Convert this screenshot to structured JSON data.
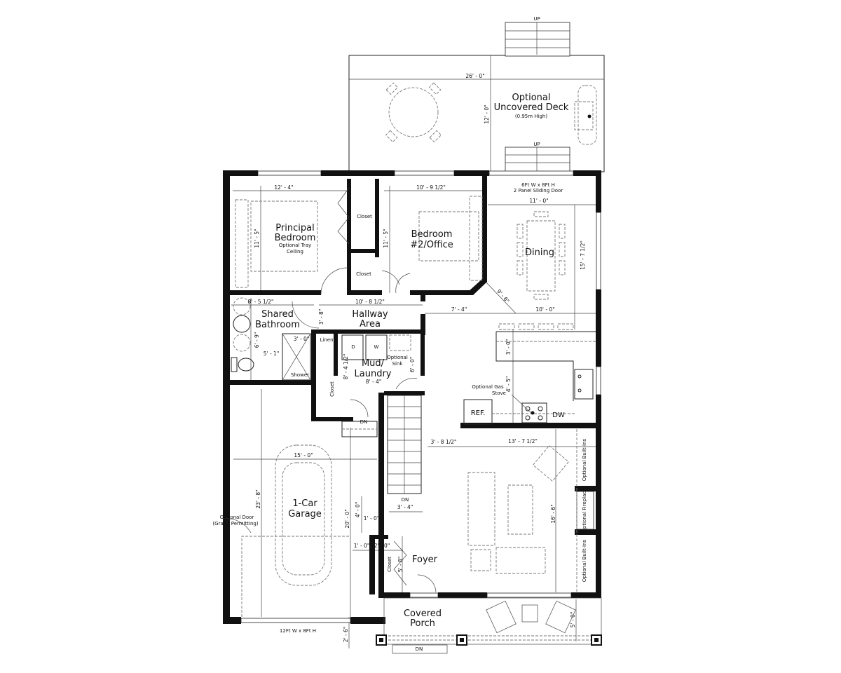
{
  "rooms": {
    "deck": {
      "line1": "Optional",
      "line2": "Uncovered Deck",
      "note": "(0.95m High)"
    },
    "deck_stairs": [
      "UP",
      "UP"
    ],
    "principal_bedroom": {
      "line1": "Principal",
      "line2": "Bedroom",
      "note1": "Optional Tray",
      "note2": "Ceiling"
    },
    "closet_1": "Closet",
    "closet_2": "Closet",
    "bedroom2": {
      "line1": "Bedroom",
      "line2": "#2/Office"
    },
    "dining": "Dining",
    "sliding_door": {
      "line1": "6Ft W x 8Ft H",
      "line2": "2 Panel Sliding Door"
    },
    "shared_bathroom": {
      "line1": "Shared",
      "line2": "Bathroom"
    },
    "hallway": {
      "line1": "Hallway",
      "line2": "Area"
    },
    "linen": "Linen",
    "shower": "Shower",
    "dryer": "D",
    "washer": "W",
    "optional_sink": {
      "line1": "Optional",
      "line2": "Sink"
    },
    "mud_laundry": {
      "line1": "Mud/",
      "line2": "Laundry"
    },
    "laundry_closet": "Closet",
    "gas_stove": {
      "line1": "Optional Gas",
      "line2": "Stove"
    },
    "ref": "REF.",
    "dw": "DW",
    "garage": {
      "line1": "1-Car",
      "line2": "Garage"
    },
    "optional_door": {
      "line1": "Optional Door",
      "line2": "(Grade Permitting)"
    },
    "garage_door": "12Ft W x 8Ft H",
    "foyer": "Foyer",
    "foyer_closet": "Closet",
    "porch": {
      "line1": "Covered",
      "line2": "Porch"
    },
    "dn_labels": [
      "DN",
      "DN",
      "DN"
    ],
    "built_ins_1": "Optional Built-Ins",
    "fireplace": "Optional Fireplace",
    "built_ins_2": "Optional Built-Ins"
  },
  "dimensions": {
    "deck_width": "26' - 0\"",
    "deck_depth": "12' - 0\"",
    "principal_width": "12' - 4\"",
    "principal_depth": "11' - 5\"",
    "bed2_width": "10' - 9 1/2\"",
    "bed2_depth": "11' - 5\"",
    "dining_width": "11' - 0\"",
    "dining_depth": "15' - 7 1/2\"",
    "diag": "9' - 6\"",
    "bath_width": "8' - 5 1/2\"",
    "hall_width": "10' - 8 1/2\"",
    "hall_depth": "3' - 8\"",
    "kitchen_left": "7' - 4\"",
    "kitchen_right": "10' - 0\"",
    "shower_width": "3' - 0\"",
    "bath_vanity": "5' - 1\"",
    "bath_depth": "6' - 9\"",
    "laundry_depth": "8' - 4 1/2\"",
    "laundry_width": "8' - 4\"",
    "laundry_side": "6' - 0\"",
    "island_depth": "3' - 0\"",
    "kitchen_aisle": "4' - 5\"",
    "stair_living": "3' - 8 1/2\"",
    "living_width": "13' - 7 1/2\"",
    "living_depth": "16' - 6\"",
    "garage_width": "15' - 0\"",
    "garage_depth": "23' - 8\"",
    "garage_inner": "20' - 0\"",
    "foyer_a": "4' - 0\"",
    "foyer_b": "1' - 0\"",
    "stair_width": "3' - 4\"",
    "foyer_c": "1' - 0\"",
    "foyer_d": "2' - 0\"",
    "closet_depth": "5' - 8\"",
    "garage_apron": "2' - 6\"",
    "porch_depth": "5' - 0\""
  }
}
